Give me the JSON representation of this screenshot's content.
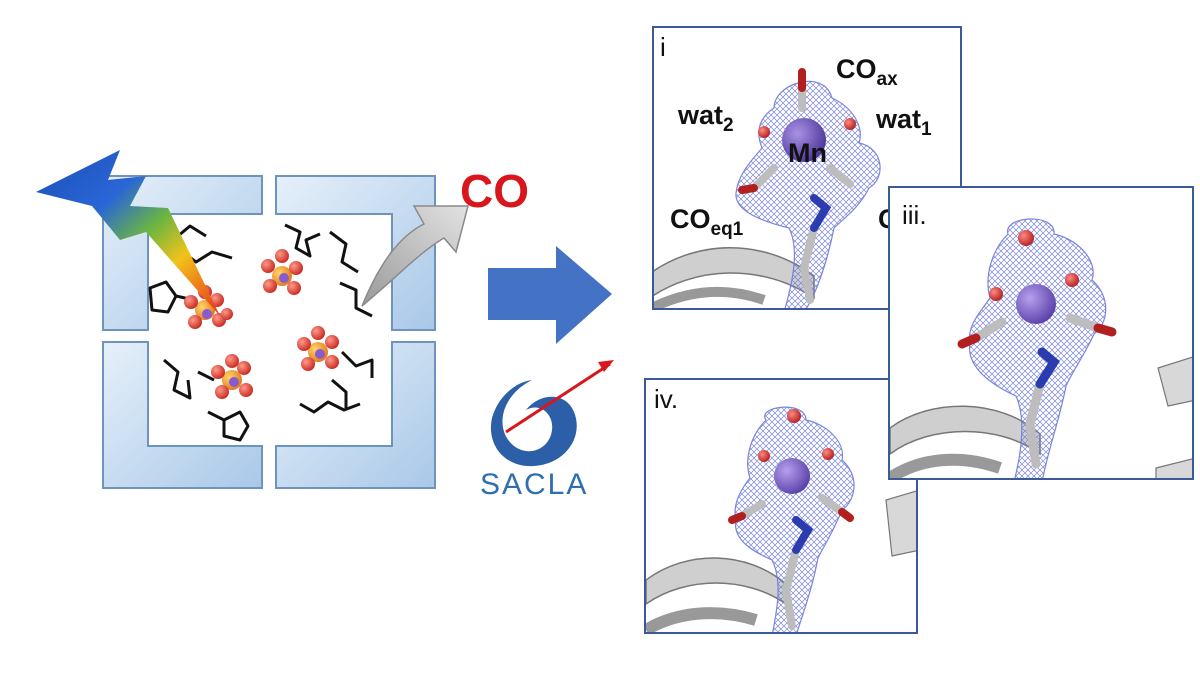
{
  "left_schematic": {
    "released_gas_label": "CO"
  },
  "logo": {
    "text": "SACLA"
  },
  "panels": {
    "i": {
      "label": "i",
      "atoms": {
        "co_ax": {
          "base": "CO",
          "sub": "ax"
        },
        "wat2": {
          "base": "wat",
          "sub": "2"
        },
        "wat1": {
          "base": "wat",
          "sub": "1"
        },
        "mn": "Mn",
        "co_eq1": {
          "base": "CO",
          "sub": "eq1"
        },
        "co_eq2_partial": "C"
      }
    },
    "iii": {
      "label": "iii."
    },
    "iv": {
      "label": "iv."
    }
  },
  "colors": {
    "frame_blue": "#b9d4ec",
    "frame_edge": "#6e93bd",
    "arrow_blue": "#4472c4",
    "co_red": "#d9161c",
    "mesh": "#6d78d8",
    "manganese": "#7a5fc2",
    "oxygen": "#d23c3c",
    "carbon": "#bdbdbd",
    "nitrogen": "#2b3bb0",
    "panel_border": "#3a5a99"
  },
  "icons": [
    "lightning-bolt-icon",
    "curved-arrow-icon",
    "right-arrow-icon",
    "sacla-logo-icon"
  ]
}
